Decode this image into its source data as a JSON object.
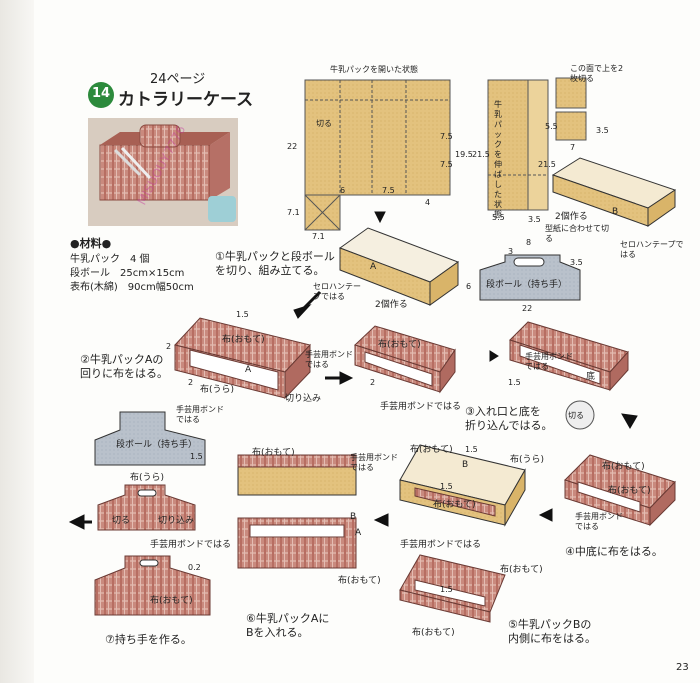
{
  "header": {
    "badge_number": "14",
    "page_ref": "24ページ",
    "title": "カトラリーケース"
  },
  "watermark": "MISUOUY.7776",
  "materials": {
    "heading": "●材料●",
    "items": [
      "牛乳パック　4 個",
      "段ボール　25cm×15cm",
      "表布(木綿)　90cm幅50cm"
    ]
  },
  "top_diagram": {
    "title": "牛乳パックを開いた状態",
    "cut_label": "切る",
    "dims": [
      "22",
      "7.5",
      "7.5",
      "19.5",
      "6",
      "7.5",
      "4",
      "7.1",
      "7.1"
    ]
  },
  "unfolded": {
    "label": "牛乳パックを伸ばした状態",
    "dims": [
      "21.5",
      "21.5",
      "5.5",
      "3.5"
    ],
    "note": "この面で上を2枚切る",
    "pieces_dims": [
      "5.5",
      "3.5",
      "7"
    ]
  },
  "box_top_right": {
    "label_2": "2個作る",
    "label_B": "B",
    "tape": "セロハンテープではる"
  },
  "step1": {
    "text": "①牛乳パックと段ボールを切り、組み立てる。",
    "tape_label": "セロハンテープではる",
    "label_A": "A",
    "make2": "2個作る"
  },
  "handle_board": {
    "pattern_note": "型紙に合わせて切る",
    "label": "段ボール（持ち手）",
    "dims": [
      "8",
      "3",
      "3.5",
      "6",
      "22"
    ]
  },
  "step2": {
    "text": "②牛乳パックAの\n回りに布をはる。",
    "dims": [
      "1.5",
      "2",
      "2"
    ],
    "cloth_front": "布(おもて)",
    "cloth_back": "布(うら)",
    "glue": "手芸用ボンドではる",
    "cut_in": "切り込み",
    "label_A": "A"
  },
  "step3": {
    "text": "③入れ口と底を\n折り込んではる。",
    "cloth_front": "布(おもて)",
    "glue": "手芸用ボンドではる",
    "glue2": "手芸用ボンドではる",
    "bottom": "底",
    "dims": [
      "1.5",
      "2"
    ],
    "cut": "切る"
  },
  "step4": {
    "text": "④中底に布をはる。",
    "cloth_front": "布(おもて)",
    "cloth_front2": "布(おもて)",
    "glue": "手芸用ボンドではる"
  },
  "step5": {
    "text": "⑤牛乳パックBの\n内側に布をはる。",
    "cloth_back": "布(うら)",
    "cloth_front": "布(おもて)",
    "cloth_front2": "布(おもて)",
    "cloth_front3": "布(おもて)",
    "glue": "手芸用ボンドではる",
    "glue2": "手芸用ボンドではる",
    "dims": [
      "1.5",
      "1.5",
      "1.5"
    ],
    "label_B": "B"
  },
  "step6": {
    "text": "⑥牛乳パックAに\nBを入れる。",
    "cloth_front": "布(おもて)",
    "cloth_front2": "布(おもて)",
    "label_A": "A",
    "label_B": "B"
  },
  "step7": {
    "text": "⑦持ち手を作る。",
    "cloth_back": "布(うら)",
    "cloth_front": "布(おもて)",
    "cut": "切る",
    "cut_in": "切り込み",
    "glue": "手芸用ボンドではる",
    "glue2": "手芸用ボンドではる",
    "handle_label": "段ボール（持ち手）",
    "dims": [
      "1.5",
      "0.2"
    ]
  },
  "page_number": "23"
}
